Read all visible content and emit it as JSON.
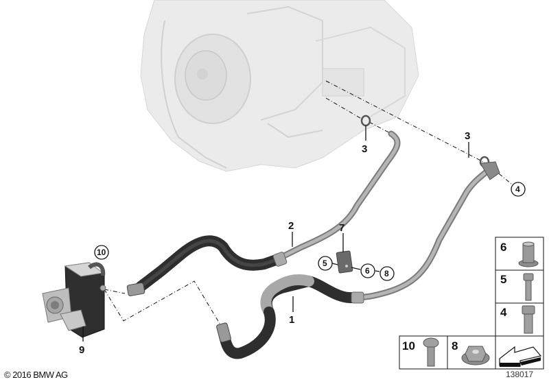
{
  "diagram": {
    "title": "Automatic transmission oil cooler lines",
    "copyright": "© 2016 BMW AG",
    "diagram_number": "138017",
    "colors": {
      "housing": "#e8e8e8",
      "hose_dark": "#3a3a3a",
      "pipe_metal": "#9a9a9a",
      "line": "#111111"
    },
    "callouts": [
      {
        "id": "c1",
        "label": "1",
        "circled": false
      },
      {
        "id": "c2",
        "label": "2",
        "circled": false
      },
      {
        "id": "c3a",
        "label": "3",
        "circled": false
      },
      {
        "id": "c3b",
        "label": "3",
        "circled": false
      },
      {
        "id": "c4",
        "label": "4",
        "circled": true
      },
      {
        "id": "c5",
        "label": "5",
        "circled": true
      },
      {
        "id": "c6",
        "label": "6",
        "circled": true
      },
      {
        "id": "c7",
        "label": "7",
        "circled": false
      },
      {
        "id": "c8",
        "label": "8",
        "circled": true
      },
      {
        "id": "c9",
        "label": "9",
        "circled": false
      },
      {
        "id": "c10",
        "label": "10",
        "circled": true
      }
    ],
    "hardware_boxes": [
      {
        "label": "6",
        "part": "bushing"
      },
      {
        "label": "5",
        "part": "hex-bolt"
      },
      {
        "label": "4",
        "part": "flange-bolt"
      },
      {
        "label": "10",
        "part": "torx-screw"
      },
      {
        "label": "8",
        "part": "flange-nut"
      },
      {
        "label": "",
        "part": "direction-arrow"
      }
    ]
  }
}
